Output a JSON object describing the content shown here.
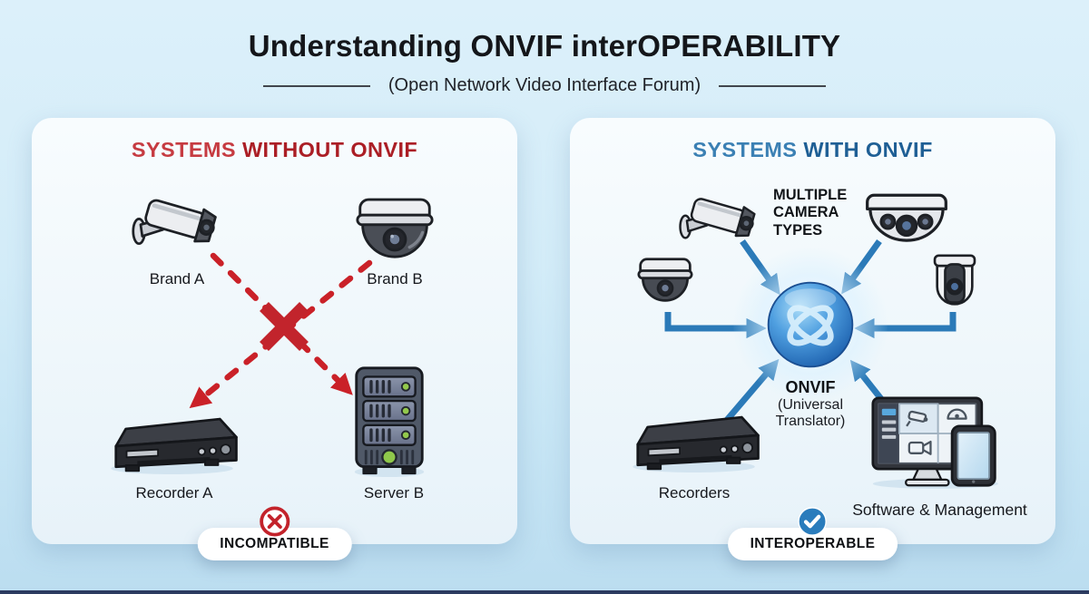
{
  "header": {
    "title": "Understanding ONVIF interOPERABILITY",
    "subtitle": "(Open Network Video Interface Forum)"
  },
  "left_panel": {
    "heading_prefix": "SYSTEMS",
    "heading_emphasis": "WITHOUT ONVIF",
    "labels": {
      "camera_a": "Brand A",
      "camera_b": "Brand B",
      "recorder": "Recorder A",
      "server": "Server B"
    },
    "badge_label": "INCOMPATIBLE"
  },
  "right_panel": {
    "heading_prefix": "SYSTEMS",
    "heading_emphasis": "WITH ONVIF",
    "cameras_note": "MULTIPLE CAMERA TYPES",
    "hub_label": "ONVIF",
    "hub_sublabel": "(Universal Translator)",
    "labels": {
      "recorders": "Recorders",
      "software": "Software & Management"
    },
    "badge_label": "INTEROPERABLE"
  },
  "icons": {
    "incompatible_badge": "cross-circle",
    "interoperable_badge": "check-circle",
    "hub": "onvif-sphere"
  },
  "colors": {
    "background_top": "#dcf0fa",
    "background_bottom": "#bbddf0",
    "panel": "#f1f8fc",
    "red_accent": "#ab1e25",
    "blue_accent": "#1f5f95",
    "arrow_red": "#ca2128",
    "arrow_blue": "#2b7ab8",
    "sphere_blue": "#2f7fc4",
    "led_green": "#8fc84b",
    "bottom_strip": "#2c3b60"
  }
}
